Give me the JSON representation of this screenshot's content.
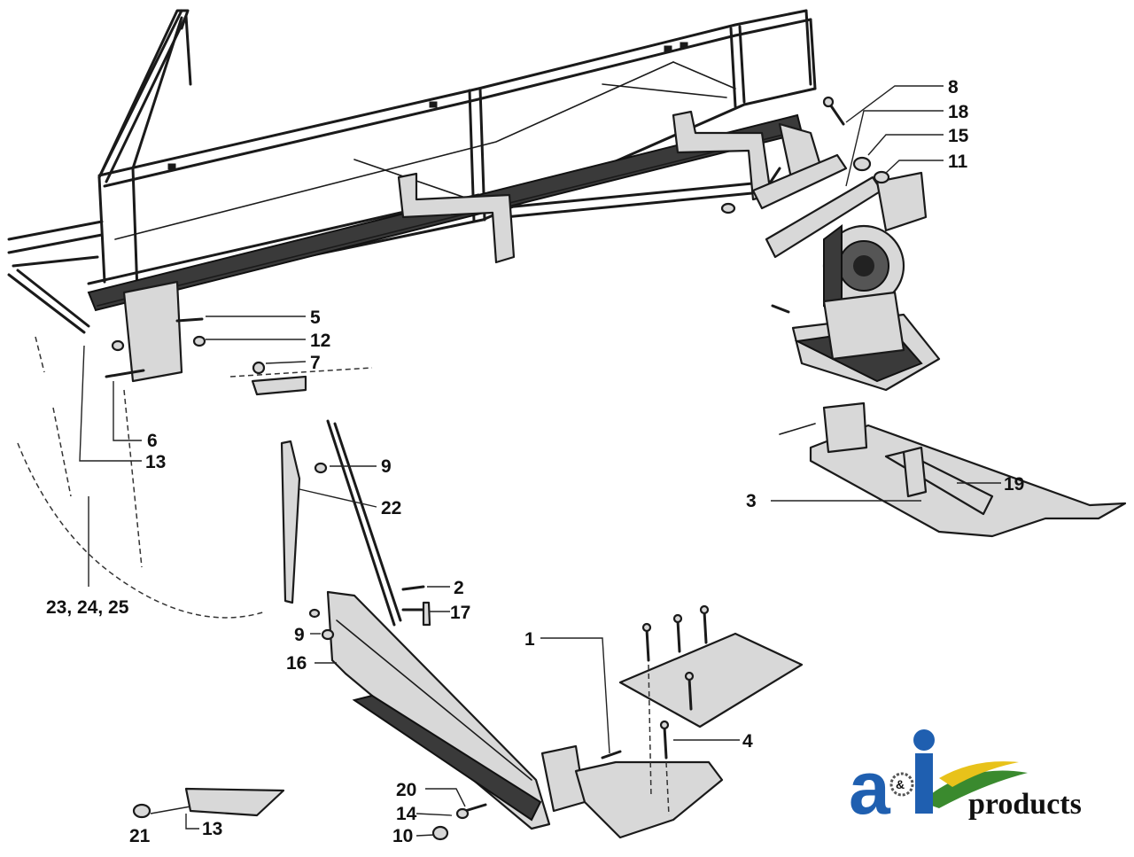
{
  "callouts": {
    "c1": "1",
    "c2": "2",
    "c3": "3",
    "c4": "4",
    "c5": "5",
    "c6": "6",
    "c7": "7",
    "c8": "8",
    "c9a": "9",
    "c9b": "9",
    "c10": "10",
    "c11": "11",
    "c12": "12",
    "c13a": "13",
    "c13b": "13",
    "c14": "14",
    "c15": "15",
    "c16": "16",
    "c17": "17",
    "c18": "18",
    "c19": "19",
    "c20": "20",
    "c21": "21",
    "c22": "22",
    "c23_24_25": "23, 24, 25"
  },
  "logo": {
    "letters": "a",
    "i_letter": "I",
    "ampersand": "&",
    "word": "products",
    "colors": {
      "blue": "#1f5fb0",
      "green": "#3a8a2e",
      "yellow": "#e8c21a"
    }
  }
}
